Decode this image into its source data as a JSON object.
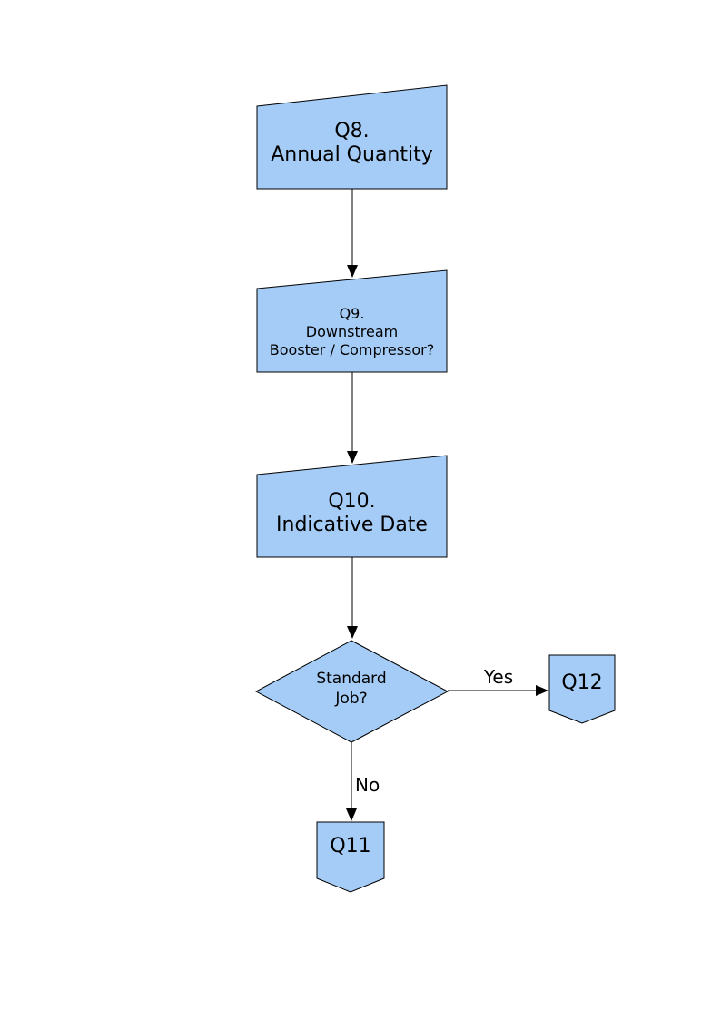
{
  "colors": {
    "node_fill": "#A4CCF6",
    "node_border": "#000000",
    "connector": "#000000",
    "background": "#FFFFFF"
  },
  "nodes": {
    "q8": {
      "shape": "manual-input",
      "text": "Q8.\nAnnual Quantity"
    },
    "q9": {
      "shape": "manual-input",
      "text": "Q9.\nDownstream\nBooster / Compressor?"
    },
    "q10": {
      "shape": "manual-input",
      "text": "Q10.\nIndicative Date"
    },
    "standard_job": {
      "shape": "decision",
      "text": "Standard\nJob?"
    },
    "q12": {
      "shape": "off-page-connector",
      "text": "Q12"
    },
    "q11": {
      "shape": "off-page-connector",
      "text": "Q11"
    }
  },
  "edges": {
    "q8_to_q9": {
      "from": "q8",
      "to": "q9",
      "label": ""
    },
    "q9_to_q10": {
      "from": "q9",
      "to": "q10",
      "label": ""
    },
    "q10_to_job": {
      "from": "q10",
      "to": "standard_job",
      "label": ""
    },
    "yes": {
      "from": "standard_job",
      "to": "q12",
      "label": "Yes"
    },
    "no": {
      "from": "standard_job",
      "to": "q11",
      "label": "No"
    }
  }
}
